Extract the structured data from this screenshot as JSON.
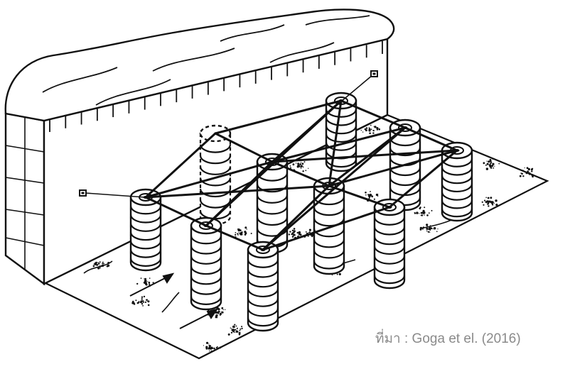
{
  "caption": {
    "source_text": "ที่มา : Goga et el. (2016)",
    "color": "#8a8a8a"
  },
  "diagram": {
    "ink_color": "#111111",
    "background": "#ffffff",
    "column_count": 9,
    "rings_per_column": 7,
    "dashed_column_count": 1,
    "sensor_count": 2,
    "flow_arrow_count": 2,
    "icons": [
      "soil-block",
      "stone-column",
      "geogrid-tie",
      "settlement-sensor",
      "flow-arrow",
      "gravel-patch"
    ]
  }
}
